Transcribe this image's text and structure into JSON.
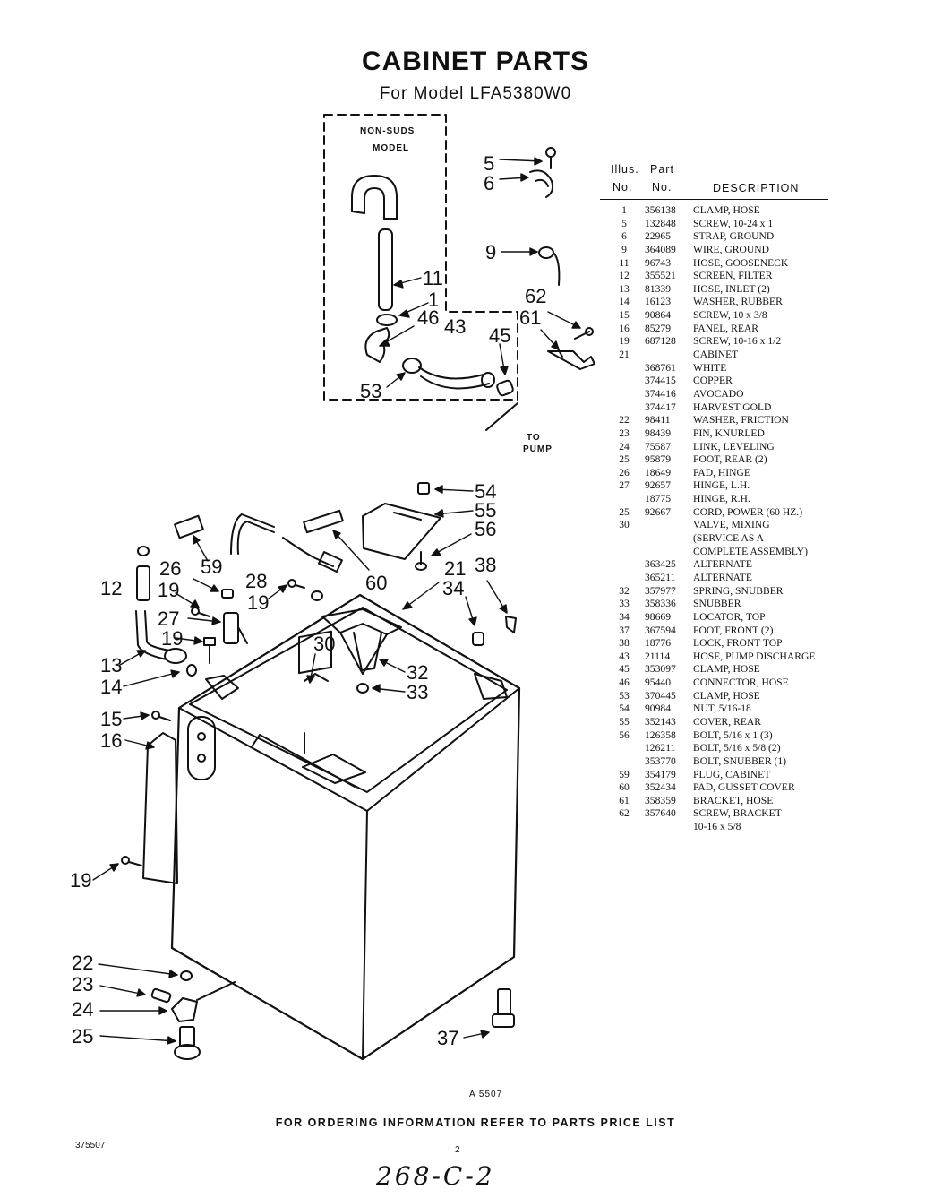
{
  "title": "CABINET PARTS",
  "subtitle": "For Model LFA5380W0",
  "inset_label": [
    "NON-SUDS",
    "MODEL"
  ],
  "to_pump_label": [
    "TO",
    "PUMP"
  ],
  "table": {
    "header_illus": "Illus.",
    "header_part": "Part",
    "header_no1": "No.",
    "header_no2": "No.",
    "header_desc": "DESCRIPTION",
    "rows": [
      {
        "no": "1",
        "part": "356138",
        "desc": "CLAMP, HOSE"
      },
      {
        "no": "5",
        "part": "132848",
        "desc": "SCREW, 10-24 x 1"
      },
      {
        "no": "6",
        "part": "22965",
        "desc": "STRAP, GROUND"
      },
      {
        "no": "9",
        "part": "364089",
        "desc": "WIRE, GROUND"
      },
      {
        "no": "11",
        "part": "96743",
        "desc": "HOSE, GOOSENECK"
      },
      {
        "no": "12",
        "part": "355521",
        "desc": "SCREEN, FILTER"
      },
      {
        "no": "13",
        "part": "81339",
        "desc": "HOSE, INLET (2)"
      },
      {
        "no": "14",
        "part": "16123",
        "desc": "WASHER, RUBBER"
      },
      {
        "no": "15",
        "part": "90864",
        "desc": "SCREW, 10 x 3/8"
      },
      {
        "no": "16",
        "part": "85279",
        "desc": "PANEL, REAR"
      },
      {
        "no": "19",
        "part": "687128",
        "desc": "SCREW, 10-16 x 1/2"
      },
      {
        "no": "21",
        "part": "",
        "desc": "CABINET"
      },
      {
        "no": "",
        "part": "368761",
        "desc": "WHITE"
      },
      {
        "no": "",
        "part": "374415",
        "desc": "COPPER"
      },
      {
        "no": "",
        "part": "374416",
        "desc": "AVOCADO"
      },
      {
        "no": "",
        "part": "374417",
        "desc": "HARVEST GOLD"
      },
      {
        "no": "22",
        "part": "98411",
        "desc": "WASHER, FRICTION"
      },
      {
        "no": "23",
        "part": "98439",
        "desc": "PIN, KNURLED"
      },
      {
        "no": "24",
        "part": "75587",
        "desc": "LINK, LEVELING"
      },
      {
        "no": "25",
        "part": "95879",
        "desc": "FOOT, REAR (2)"
      },
      {
        "no": "26",
        "part": "18649",
        "desc": "PAD, HINGE"
      },
      {
        "no": "27",
        "part": "92657",
        "desc": "HINGE, L.H."
      },
      {
        "no": "",
        "part": "18775",
        "desc": "HINGE, R.H."
      },
      {
        "no": "25",
        "part": "92667",
        "desc": "CORD, POWER (60 HZ.)"
      },
      {
        "no": "30",
        "part": "",
        "desc": "VALVE, MIXING"
      },
      {
        "no": "",
        "part": "",
        "desc": "(SERVICE AS A"
      },
      {
        "no": "",
        "part": "",
        "desc": "COMPLETE ASSEMBLY)"
      },
      {
        "no": "",
        "part": "363425",
        "desc": "ALTERNATE"
      },
      {
        "no": "",
        "part": "365211",
        "desc": "ALTERNATE"
      },
      {
        "no": "32",
        "part": "357977",
        "desc": "SPRING, SNUBBER"
      },
      {
        "no": "33",
        "part": "358336",
        "desc": "SNUBBER"
      },
      {
        "no": "34",
        "part": "98669",
        "desc": "LOCATOR, TOP"
      },
      {
        "no": "37",
        "part": "367594",
        "desc": "FOOT, FRONT (2)"
      },
      {
        "no": "38",
        "part": "18776",
        "desc": "LOCK, FRONT TOP"
      },
      {
        "no": "43",
        "part": "21114",
        "desc": "HOSE, PUMP DISCHARGE"
      },
      {
        "no": "45",
        "part": "353097",
        "desc": "CLAMP, HOSE"
      },
      {
        "no": "46",
        "part": "95440",
        "desc": "CONNECTOR, HOSE"
      },
      {
        "no": "53",
        "part": "370445",
        "desc": "CLAMP, HOSE"
      },
      {
        "no": "54",
        "part": "90984",
        "desc": "NUT, 5/16-18"
      },
      {
        "no": "55",
        "part": "352143",
        "desc": "COVER, REAR"
      },
      {
        "no": "56",
        "part": "126358",
        "desc": "BOLT, 5/16 x 1 (3)"
      },
      {
        "no": "",
        "part": "126211",
        "desc": "BOLT, 5/16 x 5/8 (2)"
      },
      {
        "no": "",
        "part": "353770",
        "desc": "BOLT, SNUBBER (1)"
      },
      {
        "no": "59",
        "part": "354179",
        "desc": "PLUG, CABINET"
      },
      {
        "no": "60",
        "part": "352434",
        "desc": "PAD, GUSSET COVER"
      },
      {
        "no": "61",
        "part": "358359",
        "desc": "BRACKET, HOSE"
      },
      {
        "no": "62",
        "part": "357640",
        "desc": "SCREW, BRACKET"
      },
      {
        "no": "",
        "part": "",
        "desc": "10-16 x 5/8"
      }
    ]
  },
  "callouts": {
    "c5": "5",
    "c6": "6",
    "c9": "9",
    "c11": "11",
    "c1": "1",
    "c46": "46",
    "c43": "43",
    "c45": "45",
    "c53": "53",
    "c62": "62",
    "c61": "61",
    "c54": "54",
    "c55": "55",
    "c56": "56",
    "c59": "59",
    "c12": "12",
    "c26": "26",
    "c28": "28",
    "c60": "60",
    "c21": "21",
    "c34": "34",
    "c38": "38",
    "c19a": "19",
    "c19b": "19",
    "c27": "27",
    "c19c": "19",
    "c30": "30",
    "c32": "32",
    "c33": "33",
    "c13": "13",
    "c14": "14",
    "c15": "15",
    "c16": "16",
    "c19d": "19",
    "c22": "22",
    "c23": "23",
    "c24": "24",
    "c25": "25",
    "c37": "37"
  },
  "figure_code": "A 5507",
  "footer": "FOR ORDERING INFORMATION REFER TO PARTS PRICE LIST",
  "doc_number": "375507",
  "page_number": "2",
  "handwritten_note": "268-C-2"
}
